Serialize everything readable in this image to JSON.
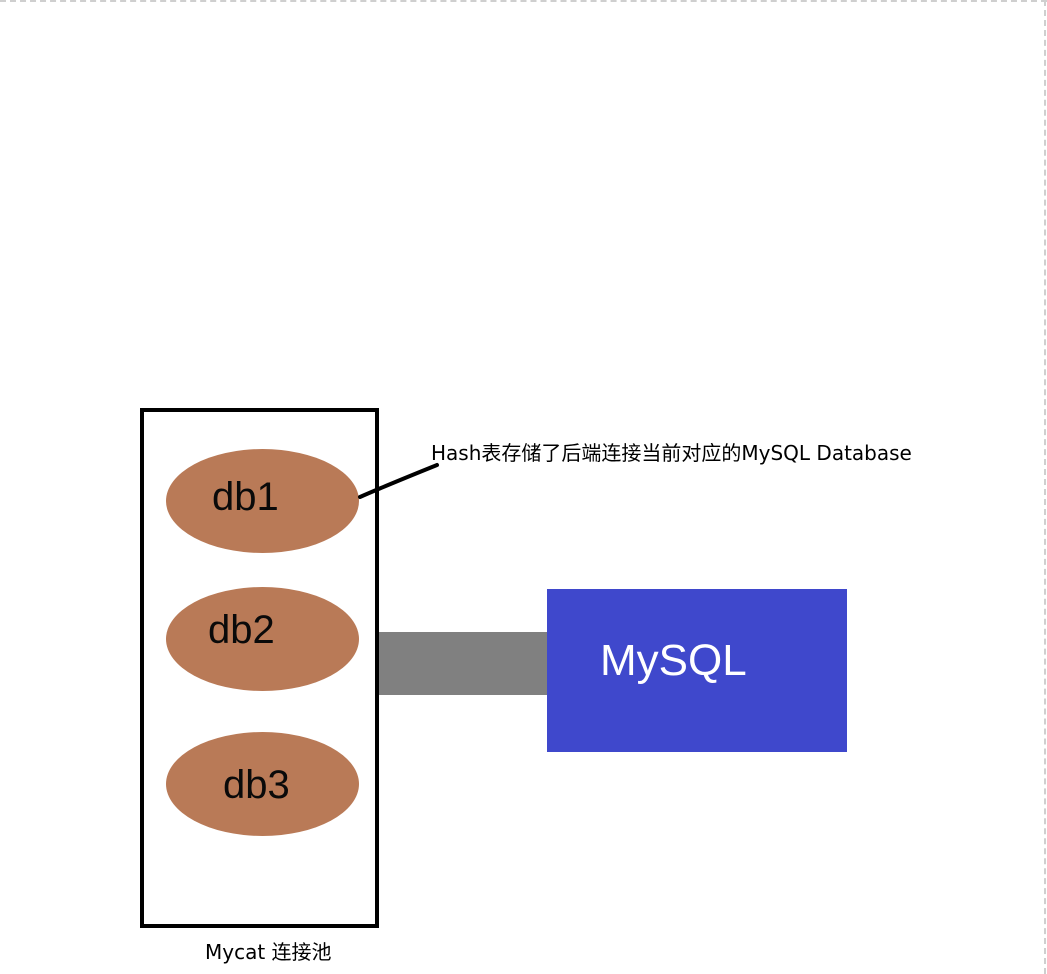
{
  "diagram": {
    "annotation": "Hash表存储了后端连接当前对应的MySQL Database",
    "pool_label": "Mycat 连接池",
    "mysql_label": "MySQL",
    "databases": [
      {
        "label": "db1"
      },
      {
        "label": "db2"
      },
      {
        "label": "db3"
      }
    ],
    "colors": {
      "db_fill": "#b97a57",
      "mysql_fill": "#3f48cc",
      "connector_fill": "#808080",
      "pool_border": "#000000"
    }
  }
}
